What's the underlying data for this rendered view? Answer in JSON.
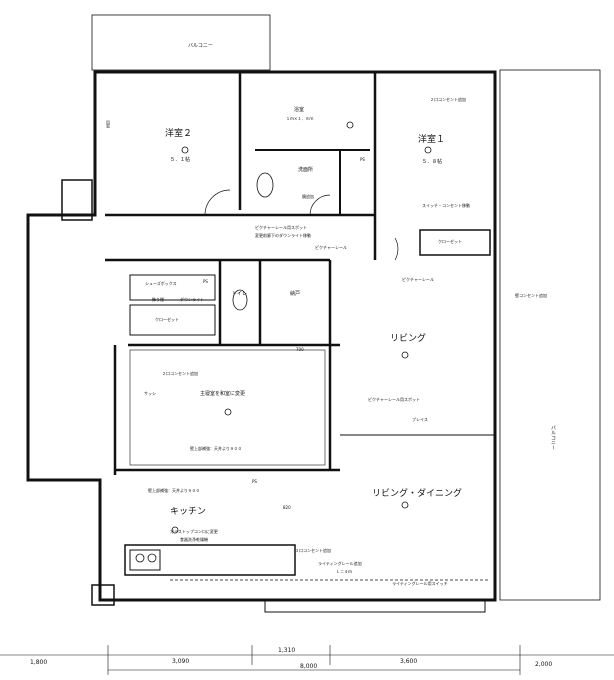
{
  "rooms": {
    "western2": "洋室２",
    "western2_size": "５．１帖",
    "western1": "洋室１",
    "western1_size": "５．８帖",
    "bath": "浴室",
    "bath_size": "１ｍ×１．８ｍ",
    "washroom": "洗面所",
    "toilet": "トイレ",
    "storage": "納戸",
    "living": "リビング",
    "master": "主寝室を和室に変更",
    "kitchen": "キッチン",
    "living_dining": "リビング・ダイニング"
  },
  "labels": {
    "balcony_top": "バルコニー",
    "balcony_right": "バルコニー",
    "closet_right": "クローゼット",
    "closet_left": "クローゼット",
    "shoes_box": "シューズボックス",
    "decor_shelf": "飾り棚",
    "downlight": "ダウンライト",
    "window_bay": "出窓",
    "sash": "サッシ",
    "ps1": "PS",
    "ps2": "PS",
    "ps3": "PS",
    "brace": "ブレイス",
    "mirror_add": "鏡追加"
  },
  "notes": {
    "outlet_w1": "２口コンセント追加",
    "switch_move": "スイッチ・コンセント移動",
    "picture_rail_spot": "ピクチャーレール用スポット",
    "downlight_move": "変更前廊下のダウンライト移動",
    "picture_rail": "ピクチャーレール",
    "picture_rail2": "ピクチャーレール",
    "outlet_wall": "壁コンセント追加",
    "outlet_master": "２口コンセント追加",
    "picture_rail_spot2": "ピクチャーレール用スポット",
    "wall_reinforce1": "壁上部補強：天井より９００",
    "wall_reinforce2": "壁上部補強：天井より９００",
    "glass_top": "ガラストップコンロに変更",
    "dishwasher": "食器洗浄乾燥機",
    "outlet3": "３口コンセント追加",
    "lighting_rail": "ライティングレール追加",
    "lighting_rail_len": "Ｌ＝４ｍ",
    "lighting_switch": "ライティングレール用スイッチ"
  },
  "dims": {
    "d1": "1,800",
    "d2": "3,090",
    "d3": "1,310",
    "d4": "3,600",
    "d5": "2,000",
    "total": "8,000",
    "d_700": "700",
    "d_820": "820"
  }
}
